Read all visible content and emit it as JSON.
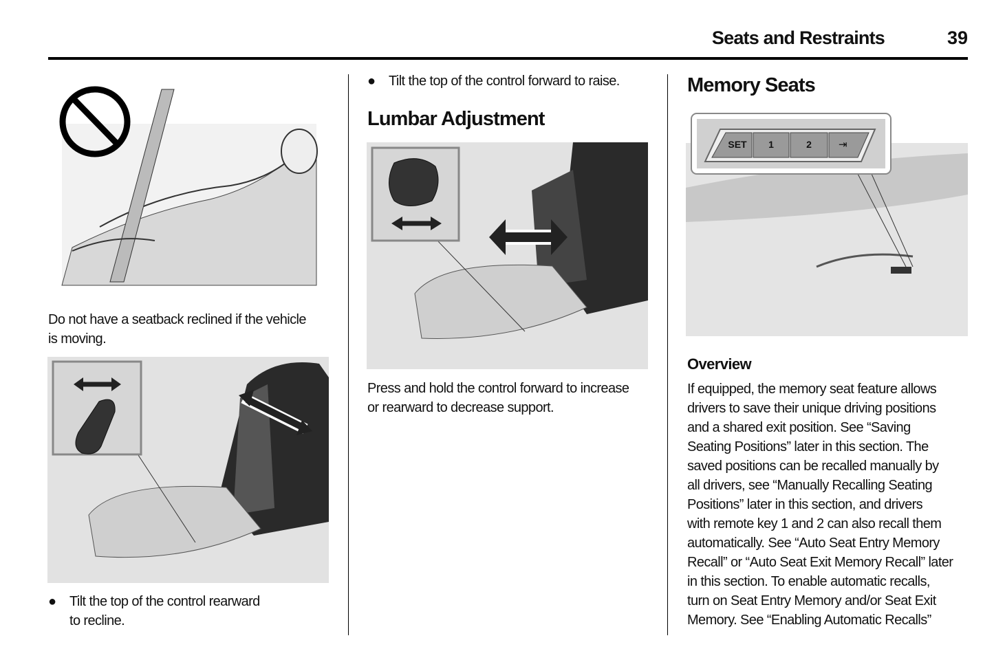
{
  "header": {
    "section_title": "Seats and Restraints",
    "page_number": "39"
  },
  "col1": {
    "caption_lines": [
      "Do not have a seatback reclined if the vehicle",
      "is moving."
    ],
    "bullet_lines": [
      "Tilt the top of the control rearward",
      "to recline."
    ]
  },
  "col2": {
    "bullet_top": "Tilt the top of the control forward to raise.",
    "heading": "Lumbar Adjustment",
    "body_lines": [
      "Press and hold the control forward to increase",
      "or rearward to decrease support."
    ]
  },
  "col3": {
    "heading": "Memory Seats",
    "buttons": [
      "SET",
      "1",
      "2"
    ],
    "subheading": "Overview",
    "body_lines": [
      "If equipped, the memory seat feature allows",
      "drivers to save their unique driving positions",
      "and a shared exit position. See “Saving",
      "Seating Positions” later in this section. The",
      "saved positions can be recalled manually by",
      "all drivers, see “Manually Recalling Seating",
      "Positions” later in this section, and drivers",
      "with remote key 1 and 2 can also recall them",
      "automatically. See “Auto Seat Entry Memory",
      "Recall” or “Auto Seat Exit Memory Recall” later",
      "in this section. To enable automatic recalls,",
      "turn on Seat Entry Memory and/or Seat Exit",
      "Memory. See “Enabling Automatic Recalls”"
    ]
  }
}
